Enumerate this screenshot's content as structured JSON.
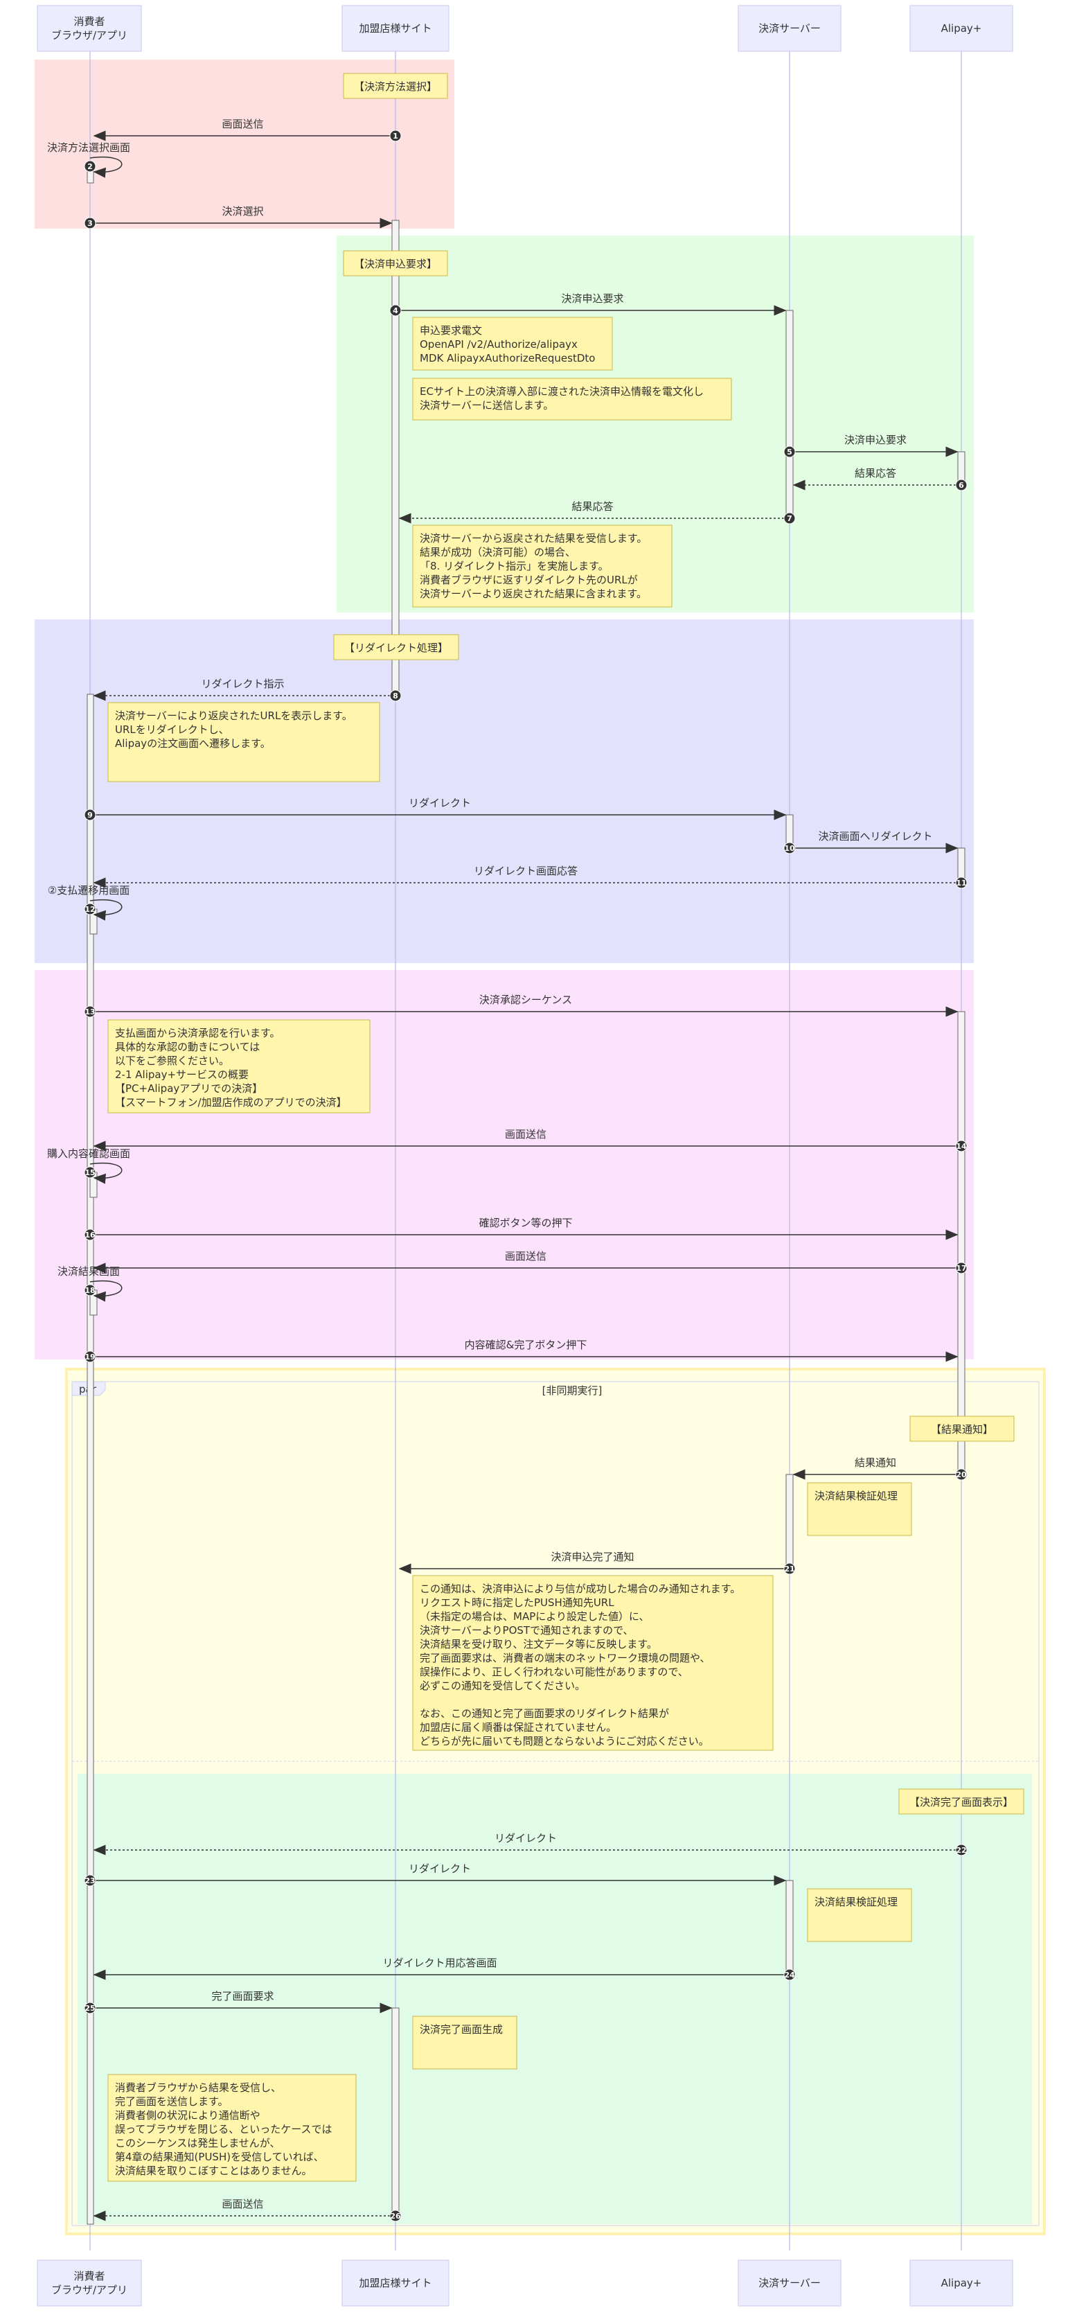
{
  "participants": [
    {
      "id": "user",
      "lines": [
        "消費者",
        "ブラウザ/アプリ"
      ]
    },
    {
      "id": "merchant",
      "lines": [
        "加盟店様サイト"
      ]
    },
    {
      "id": "server",
      "lines": [
        "決済サーバー"
      ]
    },
    {
      "id": "alipay",
      "lines": [
        "Alipay+"
      ]
    }
  ],
  "section_labels": {
    "select": "【決済方法選択】",
    "request": "【決済申込要求】",
    "redirect": "【リダイレクト処理】",
    "notify": "【結果通知】",
    "complete": "【決済完了画面表示】"
  },
  "par": {
    "tag": "par",
    "condition": "[非同期実行]"
  },
  "colors": {
    "rect_select": "#ffe0e0",
    "rect_request": "#e2fde2",
    "rect_redirect": "#e2e2fd",
    "rect_approve": "#fde2fd",
    "rect_par": "#fffde2",
    "rect_complete": "#e0fce8",
    "note_fill": "#fff5ad",
    "note_stroke": "#c8b945",
    "actor_fill": "#ececff",
    "actor_stroke": "#c9c9f0",
    "lifeline": "#b7b7ea",
    "line": "#333333"
  },
  "messages": [
    {
      "n": "1",
      "text": "画面送信",
      "from": "merchant",
      "to": "user",
      "style": "solid"
    },
    {
      "n": "2",
      "text": "決済方法選択画面",
      "from": "user",
      "to": "user",
      "style": "solid"
    },
    {
      "n": "3",
      "text": "決済選択",
      "from": "user",
      "to": "merchant",
      "style": "solid"
    },
    {
      "n": "4",
      "text": "決済申込要求",
      "from": "merchant",
      "to": "server",
      "style": "solid"
    },
    {
      "n": "5",
      "text": "決済申込要求",
      "from": "server",
      "to": "alipay",
      "style": "solid"
    },
    {
      "n": "6",
      "text": "結果応答",
      "from": "alipay",
      "to": "server",
      "style": "dotted"
    },
    {
      "n": "7",
      "text": "結果応答",
      "from": "server",
      "to": "merchant",
      "style": "dotted"
    },
    {
      "n": "8",
      "text": "リダイレクト指示",
      "from": "merchant",
      "to": "user",
      "style": "dotted"
    },
    {
      "n": "9",
      "text": "リダイレクト",
      "from": "user",
      "to": "server",
      "style": "solid"
    },
    {
      "n": "10",
      "text": "決済画面へリダイレクト",
      "from": "server",
      "to": "alipay",
      "style": "solid"
    },
    {
      "n": "11",
      "text": "リダイレクト画面応答",
      "from": "alipay",
      "to": "user",
      "style": "dotted"
    },
    {
      "n": "12",
      "text": "②支払遷移用画面",
      "from": "user",
      "to": "user",
      "style": "solid"
    },
    {
      "n": "13",
      "text": "決済承認シーケンス",
      "from": "user",
      "to": "alipay",
      "style": "solid"
    },
    {
      "n": "14",
      "text": "画面送信",
      "from": "alipay",
      "to": "user",
      "style": "solid"
    },
    {
      "n": "15",
      "text": "購入内容確認画面",
      "from": "user",
      "to": "user",
      "style": "solid"
    },
    {
      "n": "16",
      "text": "確認ボタン等の押下",
      "from": "user",
      "to": "alipay",
      "style": "solid"
    },
    {
      "n": "17",
      "text": "画面送信",
      "from": "alipay",
      "to": "user",
      "style": "solid"
    },
    {
      "n": "18",
      "text": "決済結果画面",
      "from": "user",
      "to": "user",
      "style": "solid"
    },
    {
      "n": "19",
      "text": "内容確認&完了ボタン押下",
      "from": "user",
      "to": "alipay",
      "style": "solid"
    },
    {
      "n": "20",
      "text": "結果通知",
      "from": "alipay",
      "to": "server",
      "style": "solid"
    },
    {
      "n": "21",
      "text": "決済申込完了通知",
      "from": "server",
      "to": "merchant",
      "style": "solid"
    },
    {
      "n": "22",
      "text": "リダイレクト",
      "from": "alipay",
      "to": "user",
      "style": "dotted"
    },
    {
      "n": "23",
      "text": "リダイレクト",
      "from": "user",
      "to": "server",
      "style": "solid"
    },
    {
      "n": "24",
      "text": "リダイレクト用応答画面",
      "from": "server",
      "to": "user",
      "style": "solid"
    },
    {
      "n": "25",
      "text": "完了画面要求",
      "from": "user",
      "to": "merchant",
      "style": "solid"
    },
    {
      "n": "26",
      "text": "画面送信",
      "from": "merchant",
      "to": "user",
      "style": "dotted"
    }
  ],
  "notes": [
    {
      "id": "n1",
      "lines": [
        "申込要求電文",
        "OpenAPI /v2/Authorize/alipayx",
        "MDK AlipayxAuthorizeRequestDto"
      ]
    },
    {
      "id": "n2",
      "lines": [
        "ECサイト上の決済導入部に渡された決済申込情報を電文化し",
        "決済サーバーに送信します。"
      ]
    },
    {
      "id": "n3",
      "lines": [
        "決済サーバーから返戻された結果を受信します。",
        "結果が成功（決済可能）の場合、",
        "「8. リダイレクト指示」を実施します。",
        "消費者ブラウザに返すリダイレクト先のURLが",
        "決済サーバーより返戻された結果に含まれます。"
      ]
    },
    {
      "id": "n4",
      "lines": [
        "決済サーバーにより返戻されたURLを表示します。",
        "URLをリダイレクトし、",
        "Alipayの注文画面へ遷移します。"
      ]
    },
    {
      "id": "n5",
      "lines": [
        "支払画面から決済承認を行います。",
        "具体的な承認の動きについては",
        "以下をご参照ください。",
        "2-1 Alipay+サービスの概要",
        "【PC+Alipayアプリでの決済】",
        "【スマートフォン/加盟店作成のアプリでの決済】"
      ]
    },
    {
      "id": "n6",
      "lines": [
        "決済結果検証処理"
      ]
    },
    {
      "id": "n7",
      "lines": [
        "この通知は、決済申込により与信が成功した場合のみ通知されます。",
        "リクエスト時に指定したPUSH通知先URL",
        "（未指定の場合は、MAPにより設定した値）に、",
        "決済サーバーよりPOSTで通知されますので、",
        "決済結果を受け取り、注文データ等に反映します。",
        "完了画面要求は、消費者の端末のネットワーク環境の問題や、",
        "誤操作により、正しく行われない可能性がありますので、",
        "必ずこの通知を受信してください。",
        "",
        "なお、この通知と完了画面要求のリダイレクト結果が",
        "加盟店に届く順番は保証されていません。",
        "どちらが先に届いても問題とならないようにご対応ください。"
      ]
    },
    {
      "id": "n8",
      "lines": [
        "決済結果検証処理"
      ]
    },
    {
      "id": "n9",
      "lines": [
        "決済完了画面生成"
      ]
    },
    {
      "id": "n10",
      "lines": [
        "消費者ブラウザから結果を受信し、",
        "完了画面を送信します。",
        "消費者側の状況により通信断や",
        "誤ってブラウザを閉じる、といったケースでは",
        "このシーケンスは発生しませんが、",
        "第4章の結果通知(PUSH)を受信していれば、",
        "決済結果を取りこぼすことはありません。"
      ]
    }
  ]
}
